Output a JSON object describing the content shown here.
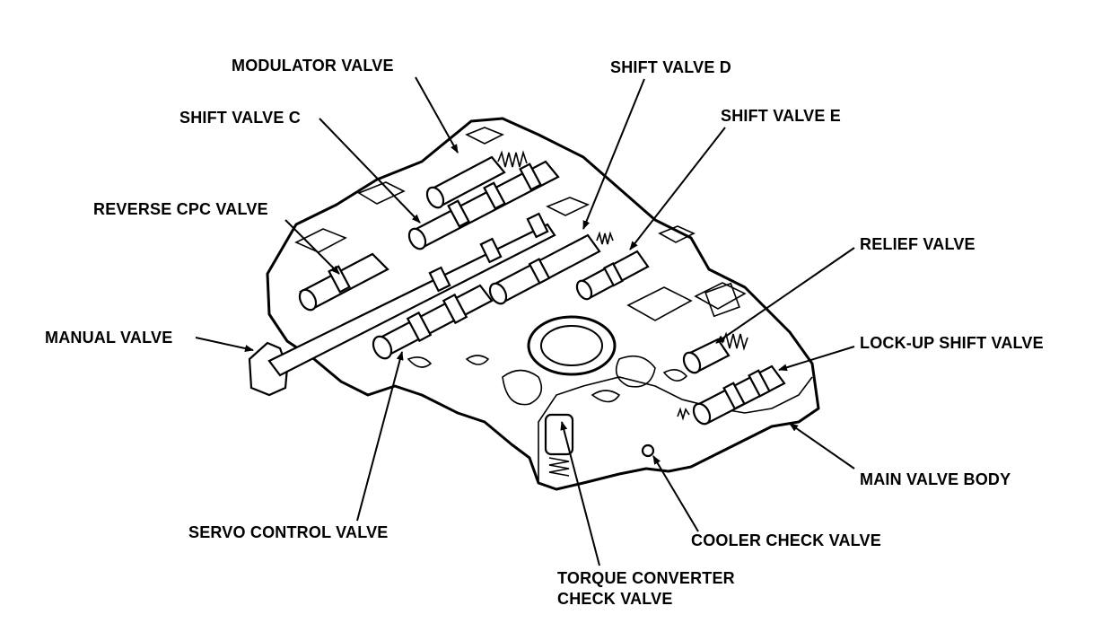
{
  "labels": {
    "modulator_valve": "MODULATOR VALVE",
    "shift_valve_c": "SHIFT VALVE C",
    "reverse_cpc_valve": "REVERSE CPC VALVE",
    "manual_valve": "MANUAL VALVE",
    "servo_control_valve": "SERVO CONTROL VALVE",
    "shift_valve_d": "SHIFT VALVE D",
    "shift_valve_e": "SHIFT VALVE E",
    "relief_valve": "RELIEF VALVE",
    "lock_up_shift_valve": "LOCK-UP SHIFT VALVE",
    "main_valve_body": "MAIN VALVE BODY",
    "cooler_check_valve": "COOLER CHECK VALVE",
    "torque_converter_check_valve_line1": "TORQUE CONVERTER",
    "torque_converter_check_valve_line2": "CHECK VALVE"
  }
}
